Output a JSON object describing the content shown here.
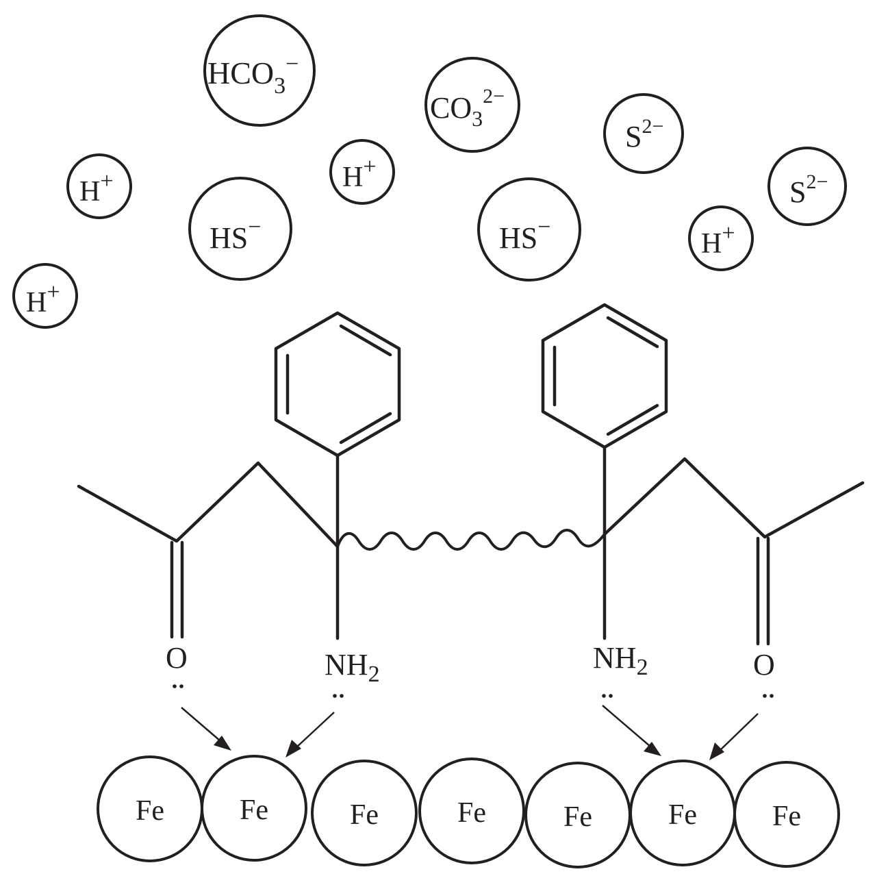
{
  "ions": [
    {
      "base": "HCO",
      "sub": "3",
      "sup": "−"
    },
    {
      "base": "CO",
      "sub": "3",
      "sup": "2−"
    },
    {
      "base": "S",
      "sub": "",
      "sup": "2−"
    },
    {
      "base": "H",
      "sub": "",
      "sup": "+"
    },
    {
      "base": "H",
      "sub": "",
      "sup": "+"
    },
    {
      "base": "HS",
      "sub": "",
      "sup": "−"
    },
    {
      "base": "HS",
      "sub": "",
      "sup": "−"
    },
    {
      "base": "S",
      "sub": "",
      "sup": "2−"
    },
    {
      "base": "H",
      "sub": "",
      "sup": "+"
    },
    {
      "base": "H",
      "sub": "",
      "sup": "+"
    }
  ],
  "molecule": {
    "carbonyl_left": "O",
    "amine_left": {
      "base": "NH",
      "sub": "2"
    },
    "amine_right": {
      "base": "NH",
      "sub": "2"
    },
    "carbonyl_right": "O"
  },
  "surface": {
    "atoms": [
      "Fe",
      "Fe",
      "Fe",
      "Fe",
      "Fe",
      "Fe",
      "Fe"
    ]
  },
  "colors": {
    "ink": "#231f20",
    "background": "#ffffff"
  }
}
